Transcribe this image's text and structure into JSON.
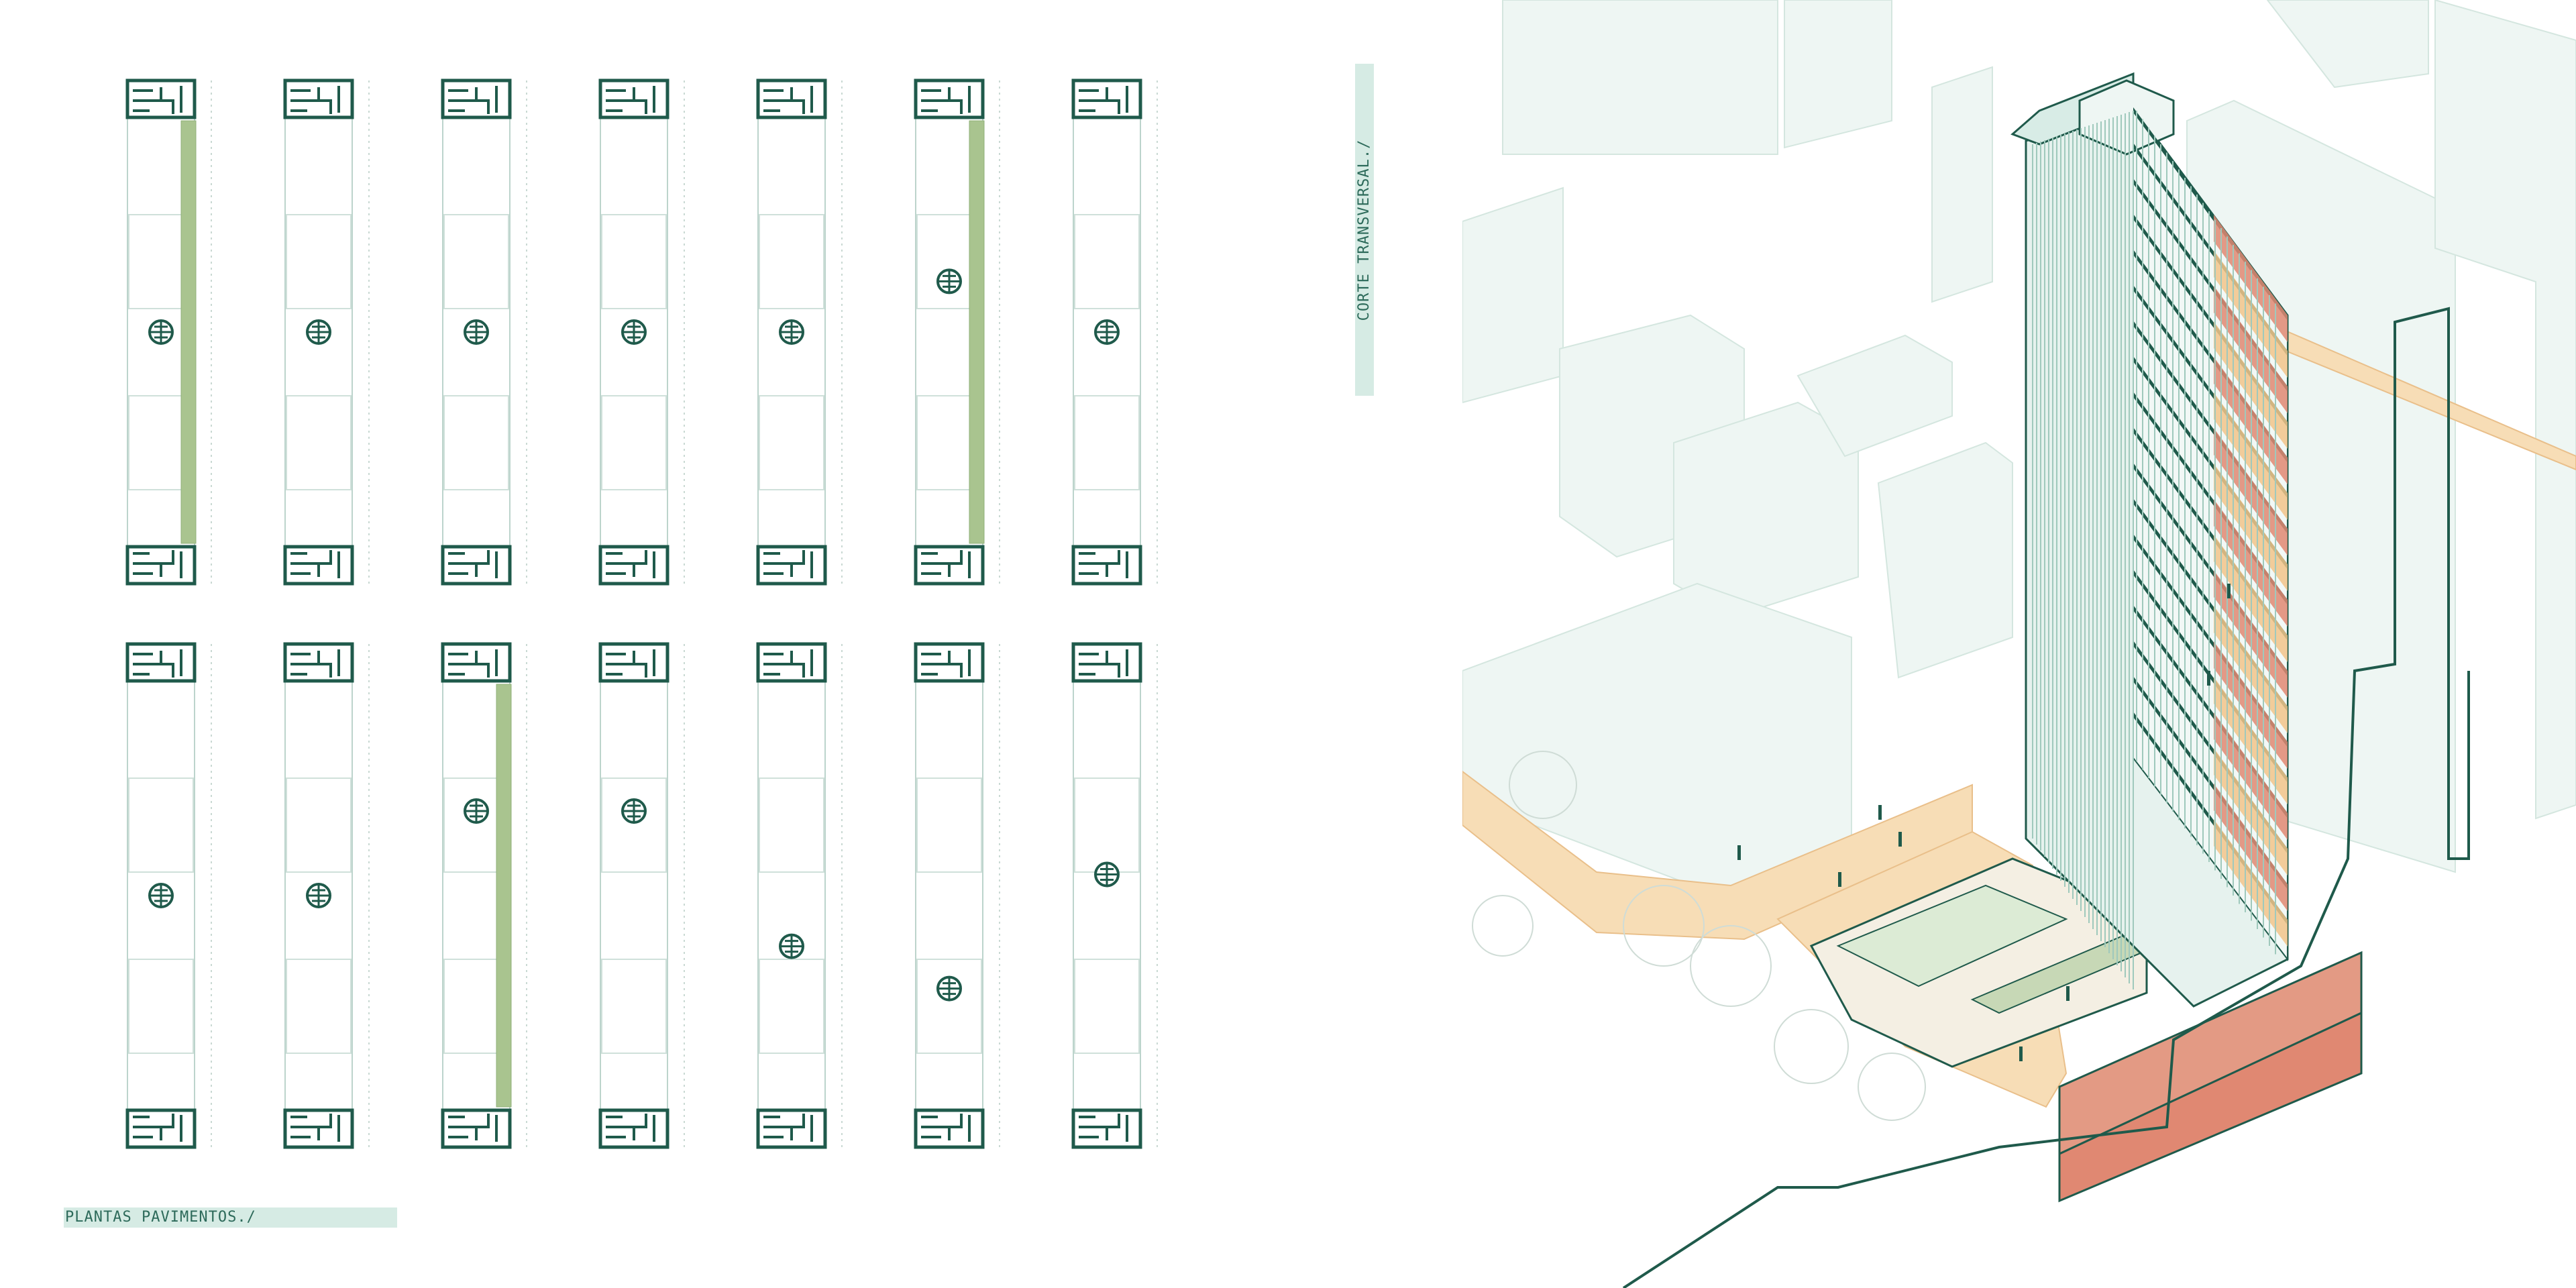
{
  "labels": {
    "floor_plans": "PLANTAS PAVIMENTOS./",
    "cross_section": "CORTE TRANSVERSAL./"
  },
  "colors": {
    "line": "#1f5a4b",
    "green_strip": "#a9c48f",
    "salmon": "#e08872",
    "orange": "#f2c48a",
    "pale_mint": "#d8ece6",
    "label_bg": "#d6ebe4"
  },
  "floor_plans": {
    "rows": 2,
    "columns": 7,
    "plans": [
      {
        "row": 0,
        "green_strip": "right",
        "core_level": 0.5
      },
      {
        "row": 0,
        "green_strip": "none",
        "core_level": 0.5
      },
      {
        "row": 0,
        "green_strip": "none",
        "core_level": 0.5
      },
      {
        "row": 0,
        "green_strip": "none",
        "core_level": 0.5
      },
      {
        "row": 0,
        "green_strip": "none",
        "core_level": 0.5
      },
      {
        "row": 0,
        "green_strip": "right",
        "core_level": 0.38
      },
      {
        "row": 0,
        "green_strip": "none",
        "core_level": 0.5
      },
      {
        "row": 1,
        "green_strip": "none",
        "core_level": 0.5
      },
      {
        "row": 1,
        "green_strip": "none",
        "core_level": 0.5
      },
      {
        "row": 1,
        "green_strip": "right",
        "core_level": 0.3
      },
      {
        "row": 1,
        "green_strip": "none",
        "core_level": 0.3
      },
      {
        "row": 1,
        "green_strip": "none",
        "core_level": 0.62
      },
      {
        "row": 1,
        "green_strip": "none",
        "core_level": 0.72
      },
      {
        "row": 1,
        "green_strip": "none",
        "core_level": 0.45
      }
    ]
  }
}
